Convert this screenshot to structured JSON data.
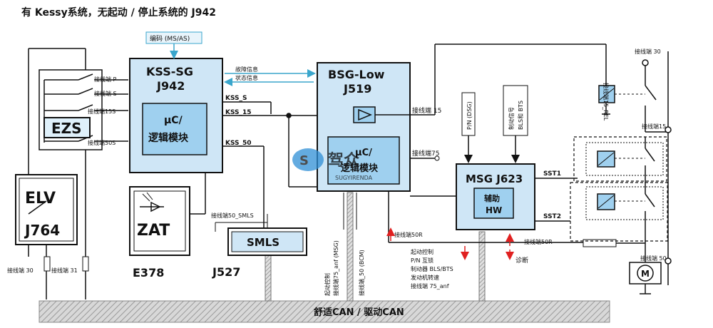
{
  "title": "有 Kessy系统，无起动 / 停止系统的 J942",
  "bus_label": "舒适CAN / 驱动CAN",
  "blocks": {
    "kss_sg": {
      "name": "KSS-SG",
      "code": "J942",
      "inner": "µC/",
      "inner2": "逻辑模块"
    },
    "bsg_low": {
      "name": "BSG-Low",
      "code": "J519",
      "inner": "µC/",
      "inner2": "逻辑模块"
    },
    "msg": {
      "name": "MSG J623",
      "inner": "辅助",
      "inner2": "HW"
    },
    "ezs": "EZS",
    "elv": {
      "name": "ELV",
      "code": "J764"
    },
    "zat": "ZAT",
    "smls": "SMLS"
  },
  "labels": {
    "coding": "编码 (MS/AS)",
    "diag_info": "故障信息",
    "status_info": "状态信息",
    "kss_s": "KSS_S",
    "kss_15": "KSS_15",
    "kss_50": "KSS_50",
    "term_p": "接线端 P",
    "term_s": "接线端 S",
    "term_15s": "接线端15S",
    "term_50s": "接线端50S",
    "term_15": "接线端 15",
    "term_75": "接线端75",
    "term_30_right": "接线端 30",
    "term_15_right": "接线端15",
    "term_15_rel": "接线端15_REL",
    "term_50_right": "接线端 50",
    "term_30_left": "接线端 30",
    "term_31": "接线端 31",
    "term_50_smls": "接线端50_SMLS",
    "pn_dsg": "P/N (DSG)",
    "brake_signal": "制动信号",
    "bls_bts": "BLS和 BTS",
    "sst1": "SST1",
    "sst2": "SST2",
    "term_50r_a": "接线端50R",
    "term_50r_b": "接线端50R",
    "diagnosis": "诊断",
    "msg_vert1": "起动控制",
    "msg_vert2": "接线端75_anf (MSG)",
    "bcm_vert": "接线端_50 (BCM)",
    "list": [
      "起动控制",
      "P/N 互锁",
      "制动器 BLS/BTS",
      "发动机转速",
      "接线端 75_anf"
    ],
    "e378": "E378",
    "j527": "J527",
    "motor": "M",
    "watermark": "驾众",
    "watermark_sub": "SUGYIRENDA"
  }
}
